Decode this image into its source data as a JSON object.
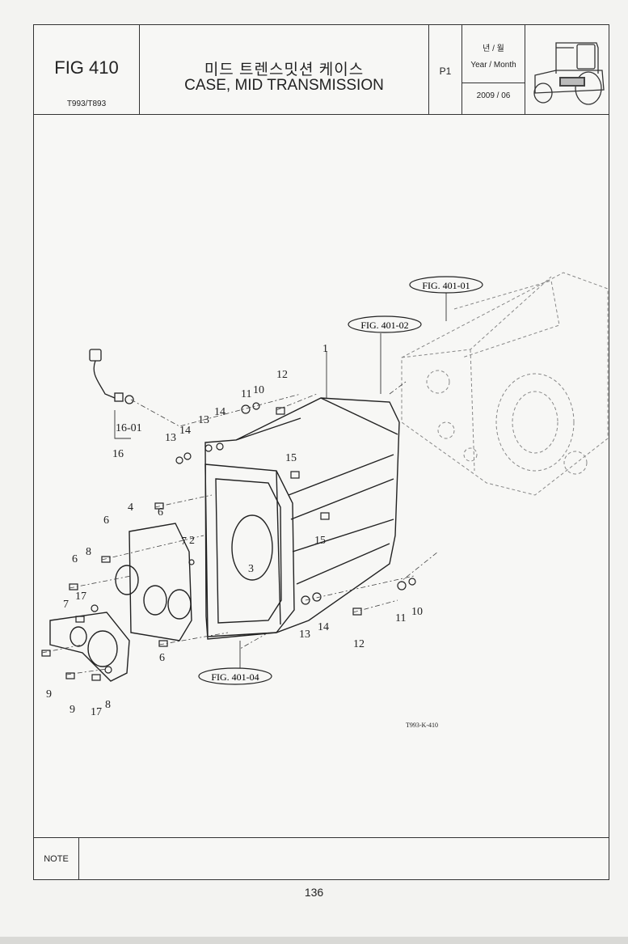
{
  "header": {
    "fig_number": "FIG 410",
    "model": "T993/T893",
    "title_ko": "미드 트렌스밋션 케이스",
    "title_en": "CASE, MID TRANSMISSION",
    "page": "P1",
    "date_label_ko": "년 / 월",
    "date_label_en": "Year / Month",
    "date_value": "2009 / 06",
    "logo_icon": "tractor-icon"
  },
  "diagram": {
    "refs": [
      "FIG. 401-01",
      "FIG. 401-02",
      "FIG. 401-04"
    ],
    "code": "T993-K-410",
    "labels": [
      "1",
      "2",
      "3",
      "4",
      "6",
      "6",
      "6",
      "6",
      "7",
      "7",
      "8",
      "8",
      "9",
      "9",
      "10",
      "10",
      "11",
      "11",
      "12",
      "12",
      "13",
      "13",
      "13",
      "14",
      "14",
      "14",
      "15",
      "15",
      "16",
      "16-01",
      "17",
      "17"
    ]
  },
  "note": {
    "label": "NOTE"
  },
  "footer": {
    "page_number": "136"
  }
}
